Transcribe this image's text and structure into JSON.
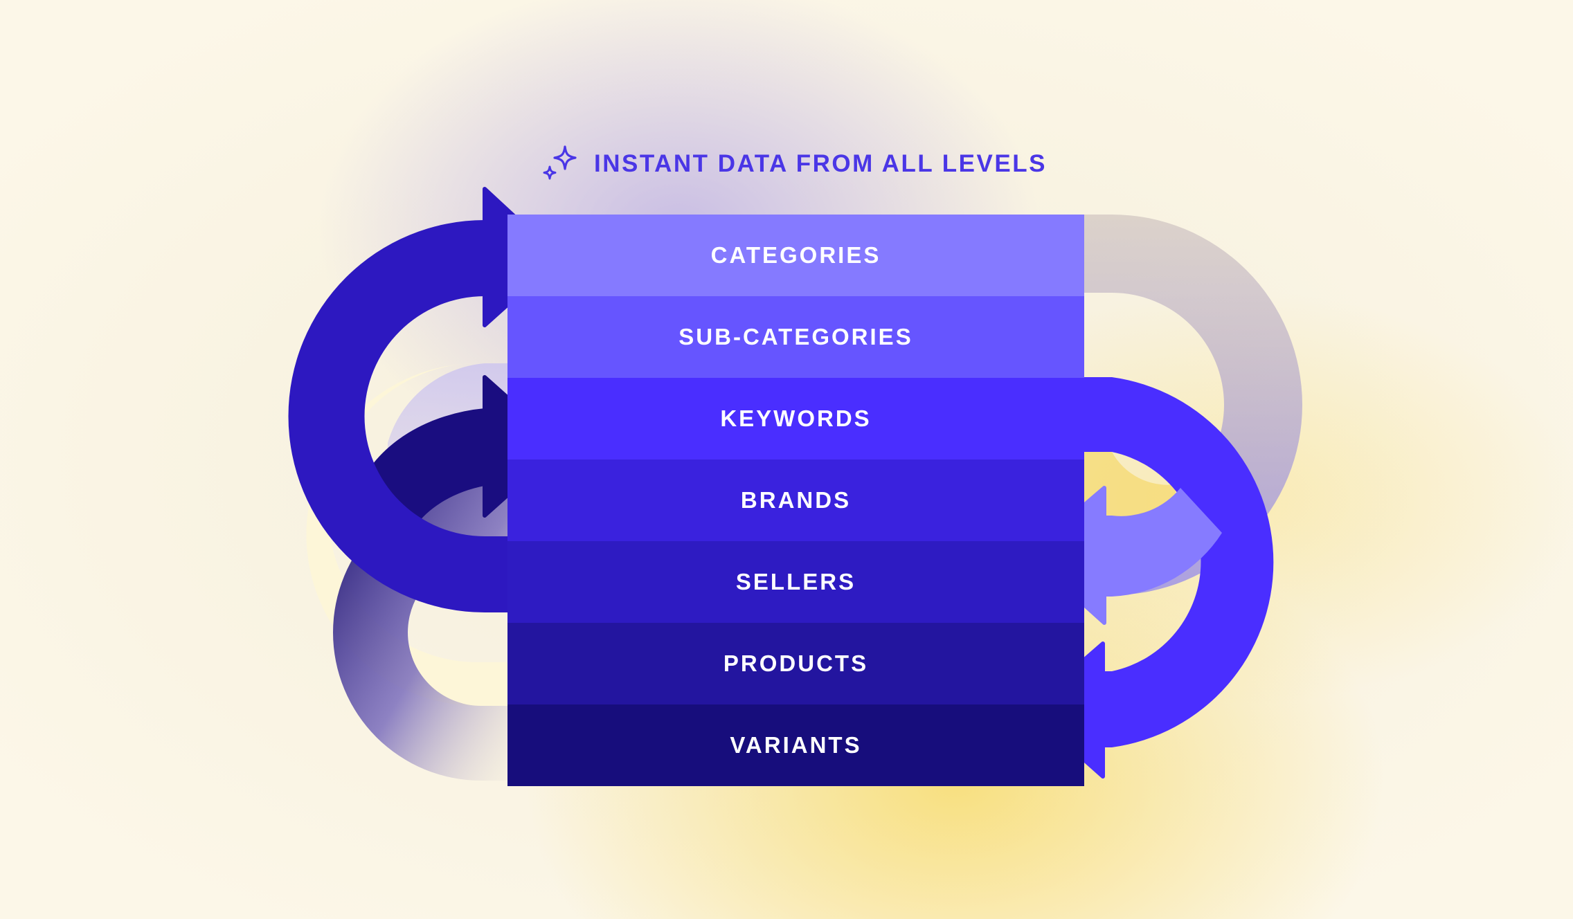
{
  "header": {
    "icon": "sparkle-icon",
    "title": "INSTANT DATA FROM ALL LEVELS"
  },
  "levels": [
    {
      "label": "CATEGORIES",
      "color": "#857aff"
    },
    {
      "label": "SUB-CATEGORIES",
      "color": "#6655ff"
    },
    {
      "label": "KEYWORDS",
      "color": "#4a2eff"
    },
    {
      "label": "BRANDS",
      "color": "#3a22de"
    },
    {
      "label": "SELLERS",
      "color": "#2e1bc2"
    },
    {
      "label": "PRODUCTS",
      "color": "#23159f"
    },
    {
      "label": "VARIANTS",
      "color": "#170d7c"
    }
  ],
  "colors": {
    "accent": "#4a36e6",
    "arrow_dark": "#2d18c0",
    "arrow_bright": "#4a2eff",
    "arrow_light": "#867bff",
    "arrow_deep": "#1a0d80",
    "background": "#fcf7e8"
  }
}
